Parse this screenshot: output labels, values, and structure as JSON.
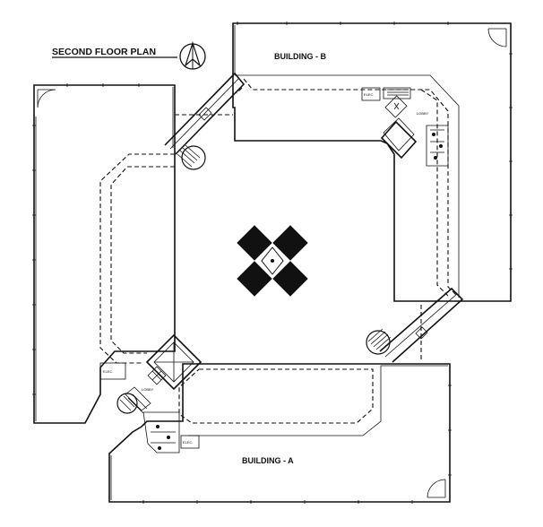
{
  "title": "SECOND FLOOR PLAN",
  "buildings": {
    "a": "BUILDING - A",
    "b": "BUILDING - B"
  },
  "room_labels": {
    "lobby_a": "LOBBY",
    "lobby_b": "LOBBY",
    "elec_a": "ELEC.",
    "elec_a2": "ELEC.",
    "elec_b": "ELEC."
  },
  "icons": {
    "north_arrow": "north-arrow-icon",
    "courtyard_feature": "fountain-icon",
    "stair": "stair-icon",
    "door": "door-swing-icon"
  }
}
